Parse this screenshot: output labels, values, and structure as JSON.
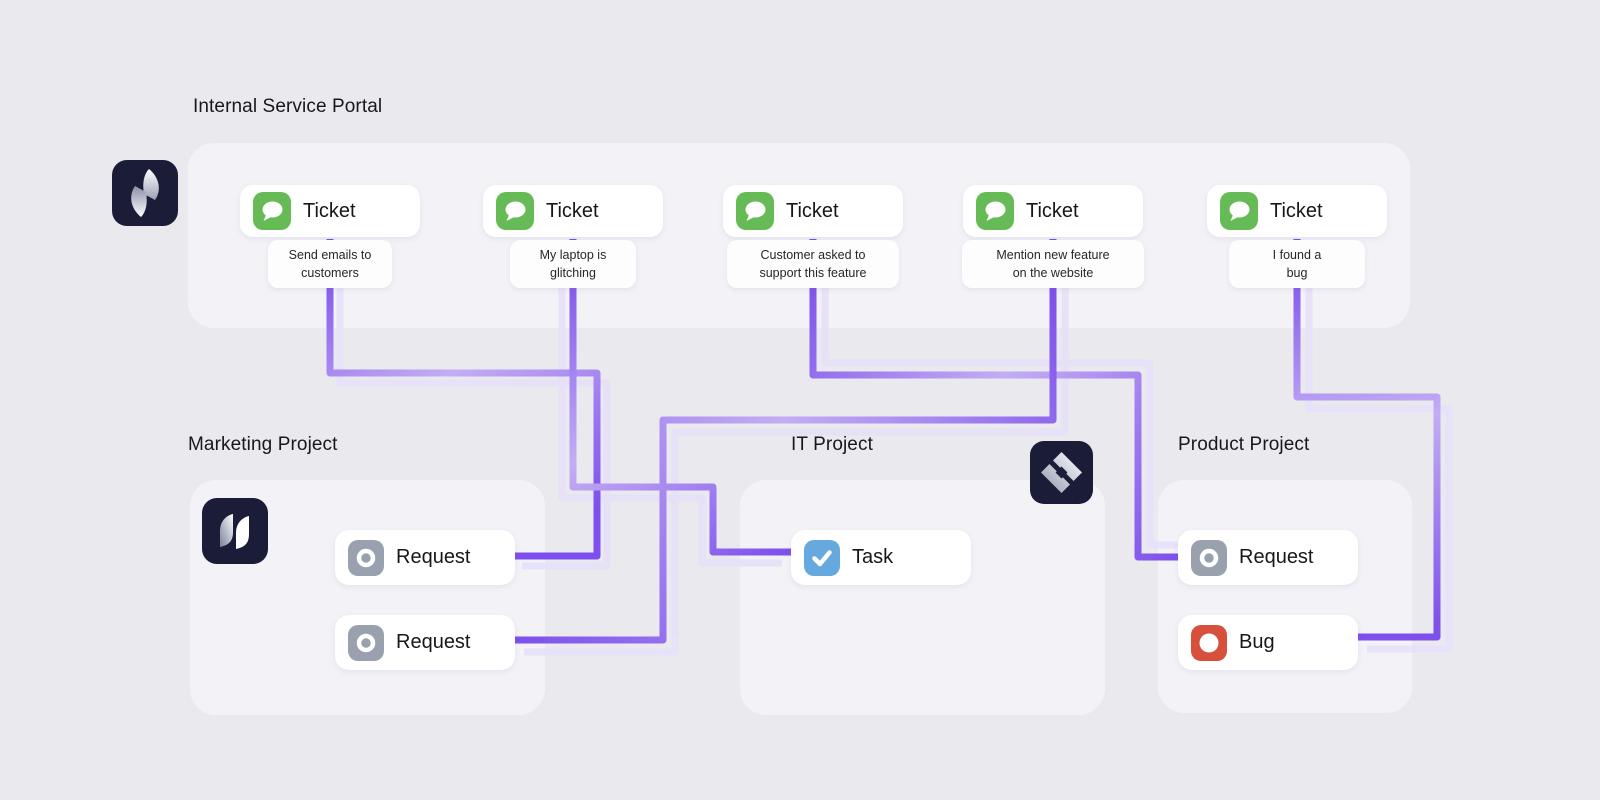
{
  "portal": {
    "title": "Internal Service Portal",
    "logo": "jira-service-management-logo",
    "tickets": [
      {
        "label": "Ticket",
        "note": "Send emails to\ncustomers"
      },
      {
        "label": "Ticket",
        "note": "My laptop is\nglitching"
      },
      {
        "label": "Ticket",
        "note": "Customer asked to\nsupport this feature"
      },
      {
        "label": "Ticket",
        "note": "Mention new feature\non the website"
      },
      {
        "label": "Ticket",
        "note": "I found a\nbug"
      }
    ]
  },
  "projects": [
    {
      "title": "Marketing Project",
      "logo": "jira-work-management-logo",
      "items": [
        {
          "type": "request",
          "label": "Request"
        },
        {
          "type": "request",
          "label": "Request"
        }
      ]
    },
    {
      "title": "IT Project",
      "logo": "jira-logo",
      "items": [
        {
          "type": "task",
          "label": "Task"
        }
      ]
    },
    {
      "title": "Product Project",
      "items": [
        {
          "type": "request",
          "label": "Request"
        },
        {
          "type": "bug",
          "label": "Bug"
        }
      ]
    }
  ],
  "connections": [
    {
      "from": "ticket-1-send-emails",
      "to": "marketing-request-1"
    },
    {
      "from": "ticket-2-laptop-glitching",
      "to": "it-task"
    },
    {
      "from": "ticket-3-support-feature",
      "to": "product-request"
    },
    {
      "from": "ticket-4-new-feature-website",
      "to": "marketing-request-2"
    },
    {
      "from": "ticket-5-found-bug",
      "to": "product-bug"
    }
  ],
  "colors": {
    "background": "#E9E9EE",
    "panel": "#F2F2F7",
    "card": "#FFFFFF",
    "line_dark": "#7747EB",
    "line_mid": "#C3ADF4",
    "line_echo": "#E7E1F9",
    "ticket_icon": "#67BB56",
    "request_icon": "#99A1AF",
    "task_icon": "#66A9DE",
    "bug_icon": "#D7503C",
    "logo_bg": "#1B1D38",
    "text": "#17171C"
  }
}
